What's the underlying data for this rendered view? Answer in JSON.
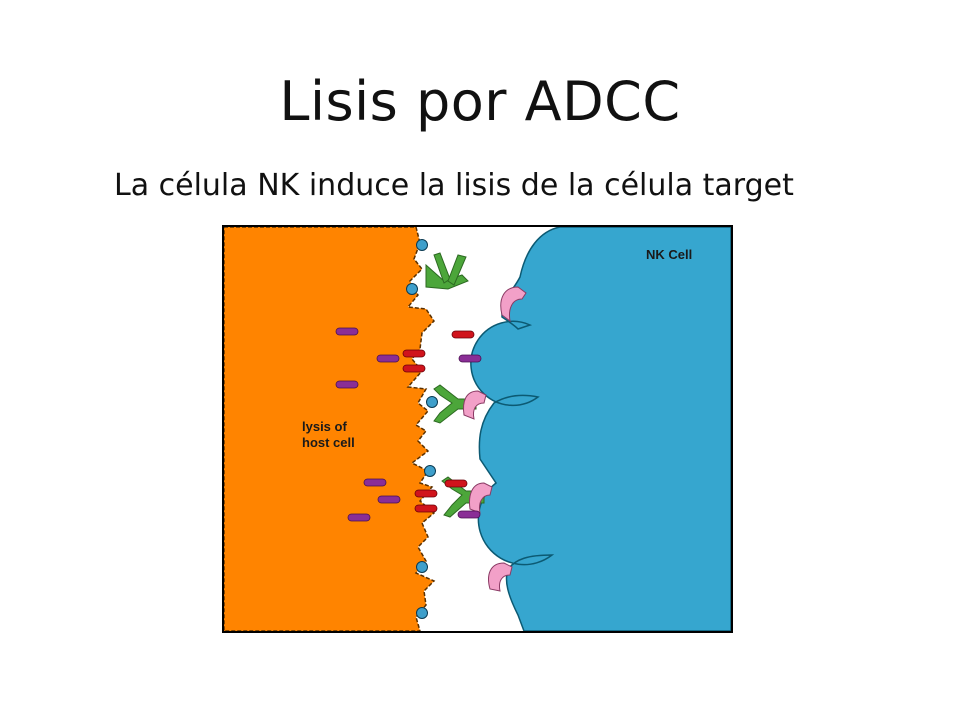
{
  "slide": {
    "title": "Lisis por ADCC",
    "subtitle": "La célula NK induce la lisis de la célula target"
  },
  "diagram": {
    "labels": {
      "nk_cell": "NK Cell",
      "host_line1": "lysis of",
      "host_line2": "host cell"
    },
    "colors": {
      "host_cell": "#FF8400",
      "nk_cell": "#36A6CF",
      "antibody": "#4CA63A",
      "fc_receptor": "#F2A0C8",
      "antigen": "#3E9FCB",
      "granule_red": "#D0141C",
      "granule_purple": "#8A2E96",
      "border": "#000000"
    }
  }
}
